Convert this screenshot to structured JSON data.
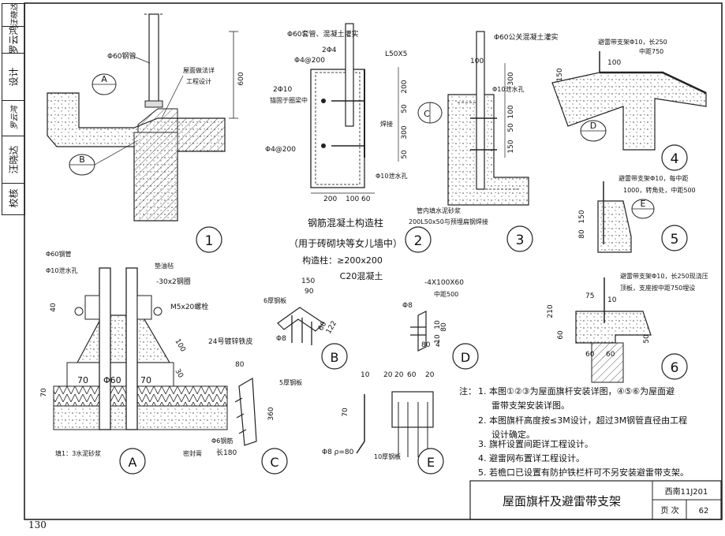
{
  "sidebar": {
    "check_label": "校核",
    "checker_name": "汪晓达",
    "checker_sign": "汪晓达",
    "design_label": "设计",
    "designer_name": "罗云鸿",
    "designer_sign": "罗云鸿"
  },
  "detail_1": {
    "number": "1",
    "pipe": "Φ60钢管",
    "roof_note_1": "屋面做法详",
    "roof_note_2": "工程设计",
    "height": "600",
    "section_a": "A",
    "section_b": "B"
  },
  "detail_2": {
    "number": "2",
    "pipe_note": "Φ60套管、混凝土灌实",
    "top_bar": "2Φ4",
    "stirrup_top": "Φ4@200",
    "angle": "L50X5",
    "bar": "2Φ10",
    "anchor": "锚固于圈梁中",
    "stirrup": "Φ4@200",
    "weld": "焊接",
    "drain": "Φ10泄水孔",
    "dims_v": [
      "200",
      "50",
      "300",
      "50"
    ],
    "dims_h": [
      "200",
      "100",
      "60"
    ],
    "title": "钢筋混凝土构造柱",
    "subtitle": "（用于砖砌块等女儿墙中）",
    "spec_1": "构造柱：≥200x200",
    "spec_2": "C20混凝土"
  },
  "detail_3": {
    "number": "3",
    "pipe_note": "Φ60公关混凝土灌实",
    "dim_100": "100",
    "drain": "Φ10泄水孔",
    "dims_v": [
      "300",
      "100",
      "50",
      "150"
    ],
    "section_c": "C",
    "fill_note": "管内填水泥砂浆",
    "weld_note": "200L50x50与预埋扁钢焊接"
  },
  "detail_4": {
    "number": "4",
    "bracket": "避雷带支架Φ10，长250",
    "spacing": "中距750",
    "dim_100": "100",
    "dim_150": "150",
    "section_d": "D"
  },
  "detail_5": {
    "number": "5",
    "bracket": "避雷带支架Φ10，每中距",
    "spacing": "1000，转角处，中距500",
    "dim_150": "150",
    "dim_80": "80",
    "section_e": "E"
  },
  "detail_6": {
    "number": "6",
    "bracket": "避雷带支架Φ10，长250现浇压",
    "spacing": "顶板，支座按中距750埋设",
    "dim_75": "75",
    "dim_10": "10",
    "dim_210": "210",
    "dim_60": "60",
    "dim_50": "50",
    "dims_bottom": [
      "60",
      "60"
    ]
  },
  "detail_A": {
    "letter": "A",
    "pipe": "Φ60钢管",
    "drain": "Φ10泄水孔",
    "felt": "垫油毡",
    "flat_steel": "-30x2钢圈",
    "bolt": "M5x20螺栓",
    "tin": "24号镀锌铁皮",
    "dim_40": "40",
    "dim_100": "100",
    "dim_30": "30",
    "dim_70": "70",
    "dims_mid": [
      "70",
      "Φ60",
      "70"
    ],
    "fill": "填1：3水泥砂浆",
    "sealant": "密封膏"
  },
  "detail_B": {
    "letter": "B",
    "plate": "6厚钢板",
    "dims_top": [
      "150",
      "90"
    ],
    "dims_side": [
      "60",
      "122"
    ],
    "bar": "Φ8"
  },
  "detail_C": {
    "letter": "C",
    "dim_80": "80",
    "plate": "5厚钢板",
    "dim_360": "360",
    "bar": "Φ6钢筋",
    "length": "长180"
  },
  "detail_D": {
    "letter": "D",
    "plate": "-4X100X60",
    "spacing": "中距500",
    "bar": "Φ8",
    "dims": [
      "10",
      "80",
      "10",
      "80",
      "4"
    ]
  },
  "detail_E": {
    "letter": "E",
    "dims_top_left": [
      "10",
      "20"
    ],
    "dims_top_right": [
      "20",
      "60",
      "20"
    ],
    "dim_70": "70",
    "bar": "Φ8 ρ=80",
    "plate": "10厚钢板"
  },
  "notes": {
    "label": "注：",
    "items": [
      "1. 本图①②③为屋面旗杆安装详图，④⑤⑥为屋面避",
      "雷带支架安装详图。",
      "2. 本图旗杆高度按≤3M设计，超过3M钢管直径由工程",
      "设计确定。",
      "3. 旗杆设置间距详工程设计。",
      "4. 避雷网布置详工程设计。",
      "5. 若檐口已设置有防护铁栏杆可不另安装避雷带支架。"
    ]
  },
  "title_block": {
    "title": "屋面旗杆及避雷带支架",
    "atlas": "西南11J201",
    "page_label": "页  次",
    "page_no": "62"
  },
  "page_number": "130"
}
